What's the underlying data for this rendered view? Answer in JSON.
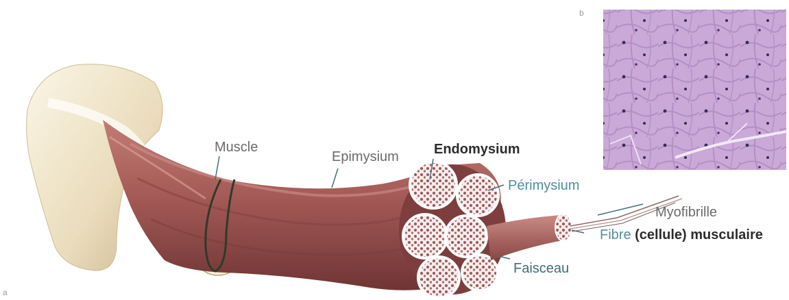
{
  "panels": {
    "a": "a",
    "b": "b"
  },
  "labels": {
    "muscle": "Muscle",
    "epimysium": "Epimysium",
    "endomysium": "Endomysium",
    "perimysium": "Périmysium",
    "myofibrille": "Myofibrille",
    "fibre_prefix": "Fibre ",
    "fibre_rest": "(cellule) musculaire",
    "faisceau": "Faisceau"
  },
  "colors": {
    "muscle": "#a05b58",
    "muscle_dark": "#6e3434",
    "tendon": "#efe6cf",
    "micrograph": "#c9a9d6",
    "label_teal": "#4f8f9a"
  }
}
